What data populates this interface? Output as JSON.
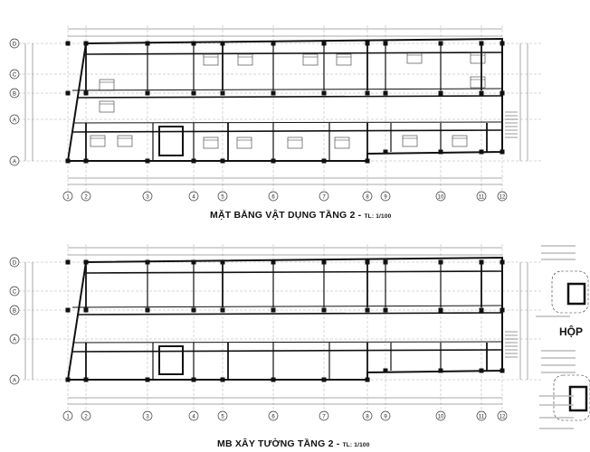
{
  "drawings": [
    {
      "title": "MẶT BẰNG VẬT DỤNG TẦNG 2 -",
      "scale": "TL: 1/100",
      "column_axes": [
        "1",
        "2",
        "3",
        "4",
        "5",
        "6",
        "7",
        "8",
        "9",
        "10",
        "11",
        "12"
      ],
      "row_axes": [
        "D",
        "C",
        "B",
        "A",
        "A"
      ]
    },
    {
      "title": "MB XÂY TƯỜNG TẦNG 2 -",
      "scale": "TL: 1/100",
      "column_axes": [
        "1",
        "2",
        "3",
        "4",
        "5",
        "6",
        "7",
        "8",
        "9",
        "10",
        "11",
        "12"
      ],
      "row_axes": [
        "D",
        "C",
        "B",
        "A",
        "A"
      ]
    }
  ],
  "detail": {
    "title": "HỘP"
  },
  "colors": {
    "line": "#111111",
    "grid": "#9a9a9a",
    "background": "#ffffff"
  }
}
